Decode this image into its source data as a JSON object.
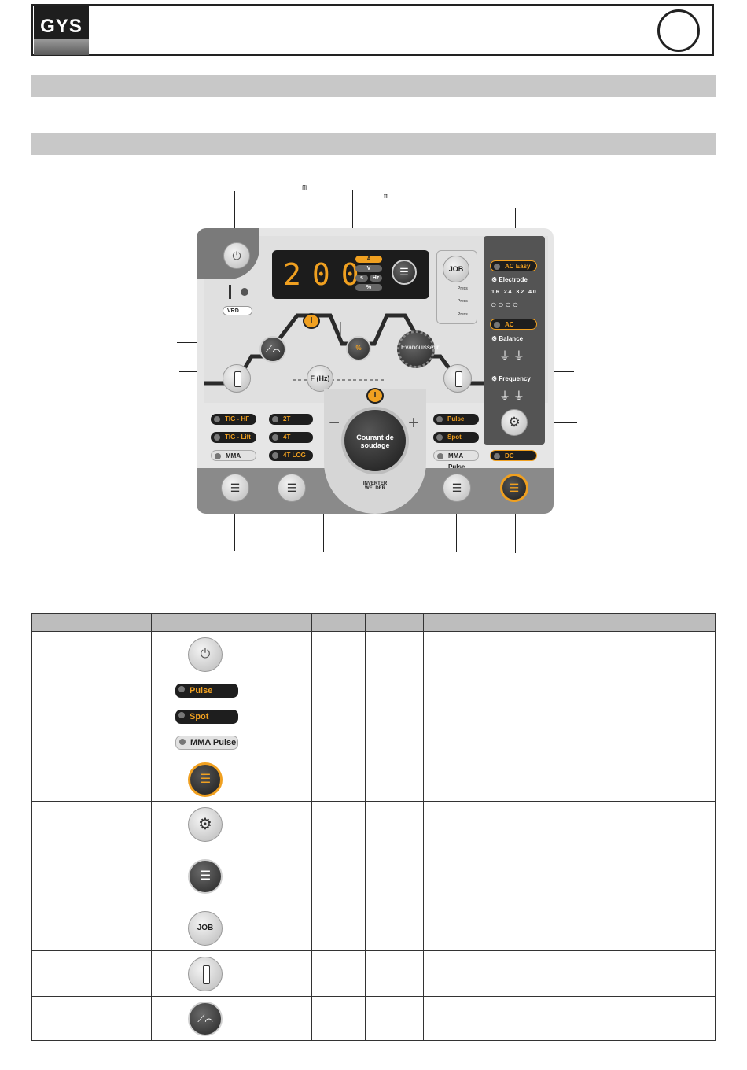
{
  "header": {
    "logo": "GYS"
  },
  "panel": {
    "display_value": "200",
    "units": [
      "A",
      "V",
      "s",
      "Hz",
      "%"
    ],
    "job_label": "JOB",
    "press_labels": [
      "Press",
      "Press",
      "Press"
    ],
    "ac_easy": "AC Easy",
    "electrode_label": "Electrode",
    "electrode_sizes": [
      "1.6",
      "2.4",
      "3.2",
      "4.0"
    ],
    "ac_label": "AC",
    "balance_label": "Balance",
    "frequency_label": "Frequency",
    "dc_label": "DC",
    "evanouisseur_label": "Evanouisseur",
    "freq_label": "F (Hz)",
    "current_label": "Courant de soudage",
    "inverter_label": "INVERTER",
    "welder_label": "WELDER",
    "vrd_label": "VRD",
    "i_symbol": "I",
    "percent_symbol": "%",
    "process_pills": [
      "TIG - HF",
      "TIG - Lift",
      "MMA"
    ],
    "cycle_pills": [
      "2T",
      "4T",
      "4T LOG"
    ],
    "pulse_pills": [
      "Pulse",
      "Spot",
      "MMA Pulse"
    ],
    "minus": "−",
    "plus": "+"
  },
  "callouts": {
    "ffi1": "ffi",
    "ffi2": "ffi"
  },
  "table": {
    "pulse_rows": [
      "Pulse",
      "Spot",
      "MMA Pulse"
    ],
    "job_label": "JOB"
  }
}
